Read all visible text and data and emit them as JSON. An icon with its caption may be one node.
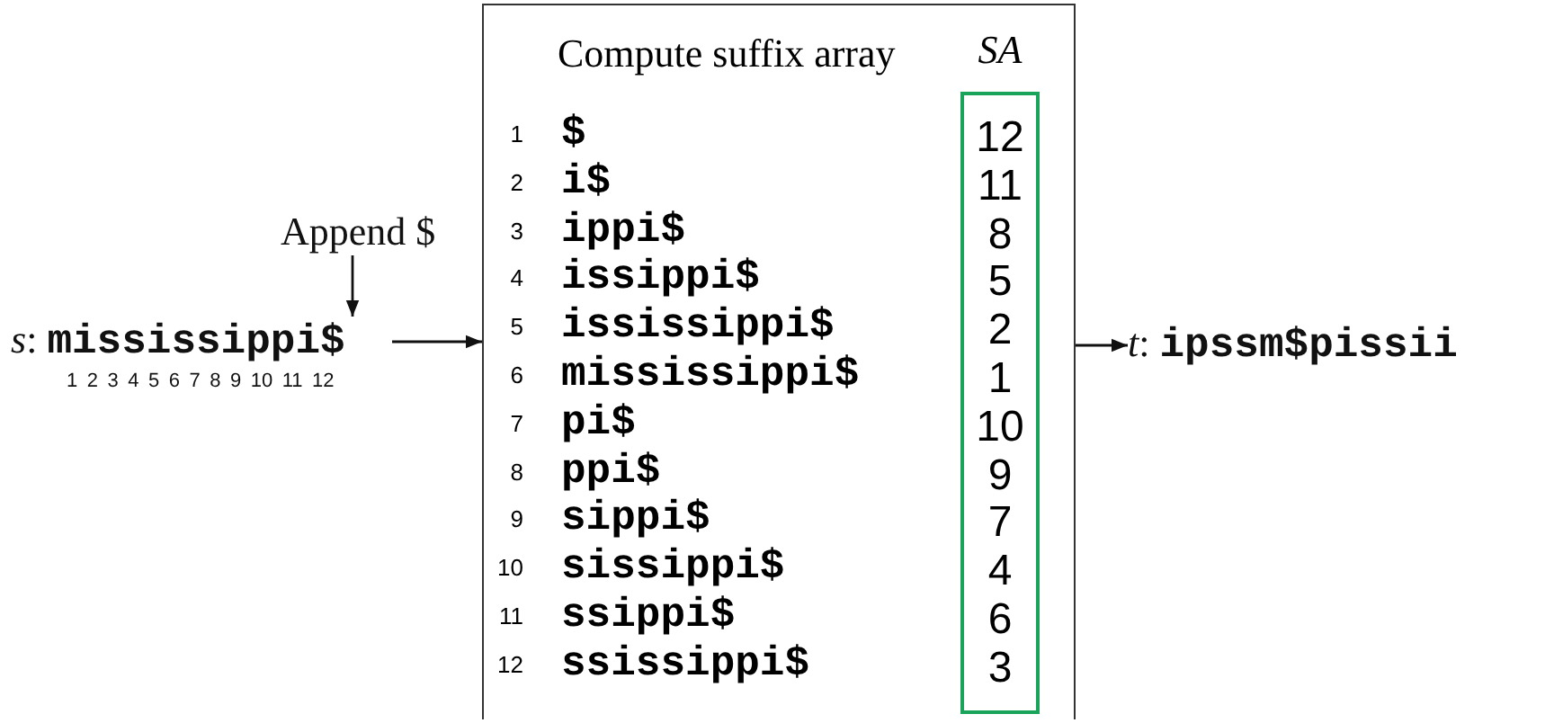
{
  "diagram": {
    "nodes": [
      {
        "text": [
          "Append $"
        ]
      },
      {
        "text": [
          "*s*: **mississippi$**"
        ],
        "beside": [
          "1 2 3 4 5 6 7 8 9 10 11 12"
        ]
      },
      {
        "text": [
          "Compute suffix array",
          "1",
          "$",
          "2",
          "i$",
          "3",
          "ippi$",
          "4",
          "issippi$",
          "5",
          "ississippi$",
          "6",
          "mississippi$",
          "7",
          "pi$",
          "8",
          "ppi$",
          "9",
          "sippi$",
          "10",
          "sissippi$",
          "11",
          "ssippi$",
          "12",
          "ssissippi$"
        ]
      },
      {
        "text": [
          "*SA*",
          "12",
          "11",
          "8",
          "5",
          "2",
          "1",
          "10",
          "9",
          "7",
          "4",
          "6",
          "3"
        ],
        "in": 2
      },
      {
        "text": [
          "*t*: **ipssm$pissii**"
        ]
      }
    ],
    "edges": [
      {
        "from": 0,
        "to": 1,
        "arrow": "to"
      },
      {
        "from": 1,
        "to": 2,
        "arrow": "to"
      },
      {
        "from": 2,
        "to": 4,
        "arrow": "to"
      }
    ]
  }
}
